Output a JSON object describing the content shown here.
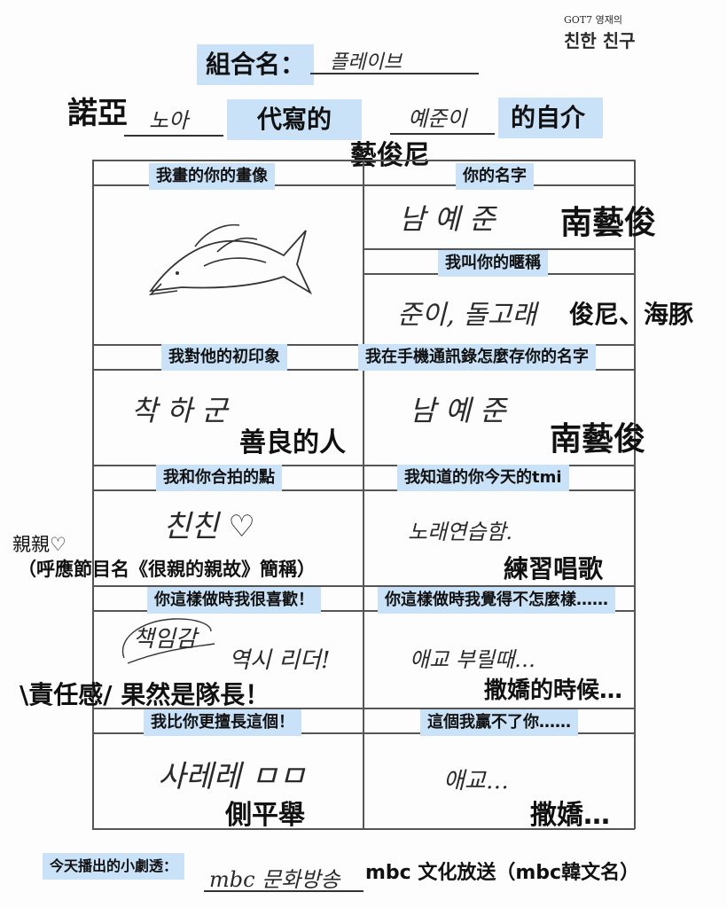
{
  "header": {
    "group_label": "組合名：",
    "group_hand": "플레이브",
    "logo_top": "GOT7 영재의",
    "logo_bottom": "친한 친구"
  },
  "title_row": {
    "writer": "諾亞",
    "writer_hand": "노아",
    "middle": "代寫的",
    "subject_hand": "예준이",
    "end": "的自介",
    "subject_translation": "藝俊尼"
  },
  "cells": {
    "portrait": {
      "label": "我畫的你的畫像"
    },
    "name": {
      "label": "你的名字",
      "hand": "남 예 준",
      "translation": "南藝俊"
    },
    "nickname": {
      "label": "我叫你的暱稱",
      "hand": "준이, 돌고래",
      "translation": "俊尼、海豚"
    },
    "first_impression": {
      "label": "我對他的初印象",
      "hand": "착 하 군",
      "translation": "善良的人"
    },
    "contact_name": {
      "label": "我在手機通訊錄怎麼存你的名字",
      "hand": "남 예 준",
      "translation": "南藝俊"
    },
    "chemistry": {
      "label": "我和你合拍的點",
      "hand": "친친 ♡",
      "side_note_1": "親親♡",
      "side_note_2": "（呼應節目名《很親的親故》簡稱）"
    },
    "tmi": {
      "label": "我知道的你今天的tmi",
      "hand": "노래연습함.",
      "translation": "練習唱歌"
    },
    "like": {
      "label": "你這樣做時我很喜歡！",
      "hand_1": "책임감",
      "hand_2": "역시 리더!",
      "translation": "\\責任感/ 果然是隊長！"
    },
    "dislike": {
      "label": "你這樣做時我覺得不怎麼樣……",
      "hand": "애교 부릴때…",
      "translation": "撒嬌的時候…"
    },
    "better": {
      "label": "我比你更擅長這個！",
      "hand": "사레레 ㅁㅁ",
      "translation": "側平舉"
    },
    "cant_beat": {
      "label": "這個我贏不了你……",
      "hand": "애교…",
      "translation": "撒嬌…"
    }
  },
  "footer": {
    "label": "今天播出的小劇透：",
    "hand": "mbc 문화방송",
    "translation": "mbc 文化放送（mbc韓文名）"
  }
}
